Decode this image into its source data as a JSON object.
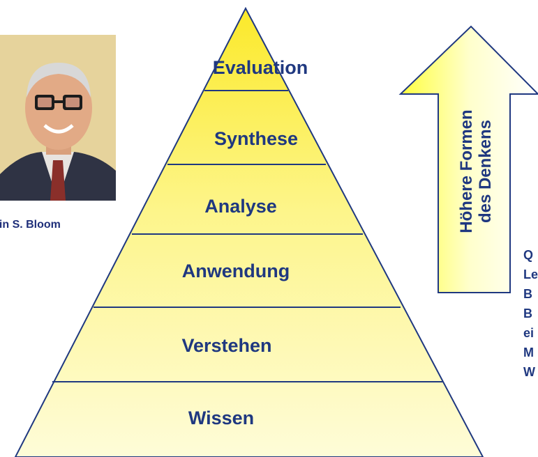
{
  "photo": {
    "caption": "ain S. Bloom",
    "background": "#e9d6a2"
  },
  "pyramid": {
    "fill": "#fdf8a0",
    "top_fill": "#fcee3a",
    "line_color": "#1f3880",
    "levels": [
      {
        "label": "Evaluation"
      },
      {
        "label": "Synthese"
      },
      {
        "label": "Analyse"
      },
      {
        "label": "Anwendung"
      },
      {
        "label": "Verstehen"
      },
      {
        "label": "Wissen"
      }
    ]
  },
  "arrow": {
    "line1": "Höhere Formen",
    "line2": "des Denkens",
    "fill": "#ffff66"
  },
  "side_text": {
    "letters": [
      "Q",
      "Le",
      "B",
      "B",
      "ei",
      "M",
      "W"
    ]
  }
}
